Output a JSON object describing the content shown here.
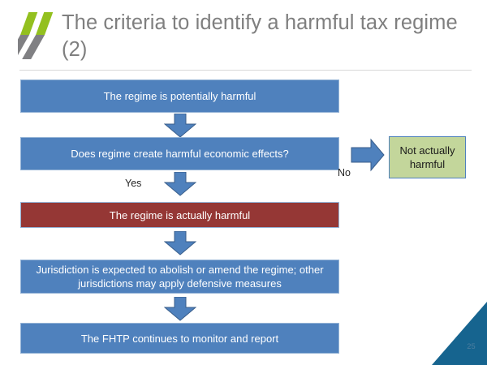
{
  "slide": {
    "title": "The criteria to identify a harmful tax regime (2)",
    "page_number": "25",
    "logo_name": "oecd-double-chevron-logo",
    "colors": {
      "blue_box": "#4F81BD",
      "blue_border": "#95B3D7",
      "red_box": "#953735",
      "green_box": "#C3D69B",
      "arrow_fill": "#4F81BD",
      "arrow_border": "#385D8A",
      "title_text": "#7F7F7F",
      "corner_wedge": "#16648F",
      "page_number_text": "#4F7FA0",
      "logo_green": "#93C01F",
      "logo_gray": "#808083"
    }
  },
  "flow": {
    "nodes": [
      {
        "id": "potential",
        "label": "The regime is potentially harmful",
        "style": "blue"
      },
      {
        "id": "question",
        "label": "Does regime create harmful economic effects?",
        "style": "blue"
      },
      {
        "id": "not_harmful",
        "label": "Not actually harmful",
        "style": "green"
      },
      {
        "id": "actual",
        "label": "The regime is actually harmful",
        "style": "red"
      },
      {
        "id": "jurisdiction",
        "label": "Jurisdiction is expected to abolish or amend the regime; other jurisdictions may apply defensive measures",
        "style": "blue"
      },
      {
        "id": "fhtp",
        "label": "The FHTP continues to monitor and report",
        "style": "blue"
      }
    ],
    "edges": [
      {
        "from": "potential",
        "to": "question",
        "label": "",
        "direction": "down"
      },
      {
        "from": "question",
        "to": "actual",
        "label": "Yes",
        "direction": "down"
      },
      {
        "from": "question",
        "to": "not_harmful",
        "label": "No",
        "direction": "right"
      },
      {
        "from": "actual",
        "to": "jurisdiction",
        "label": "",
        "direction": "down"
      },
      {
        "from": "jurisdiction",
        "to": "fhtp",
        "label": "",
        "direction": "down"
      }
    ]
  }
}
